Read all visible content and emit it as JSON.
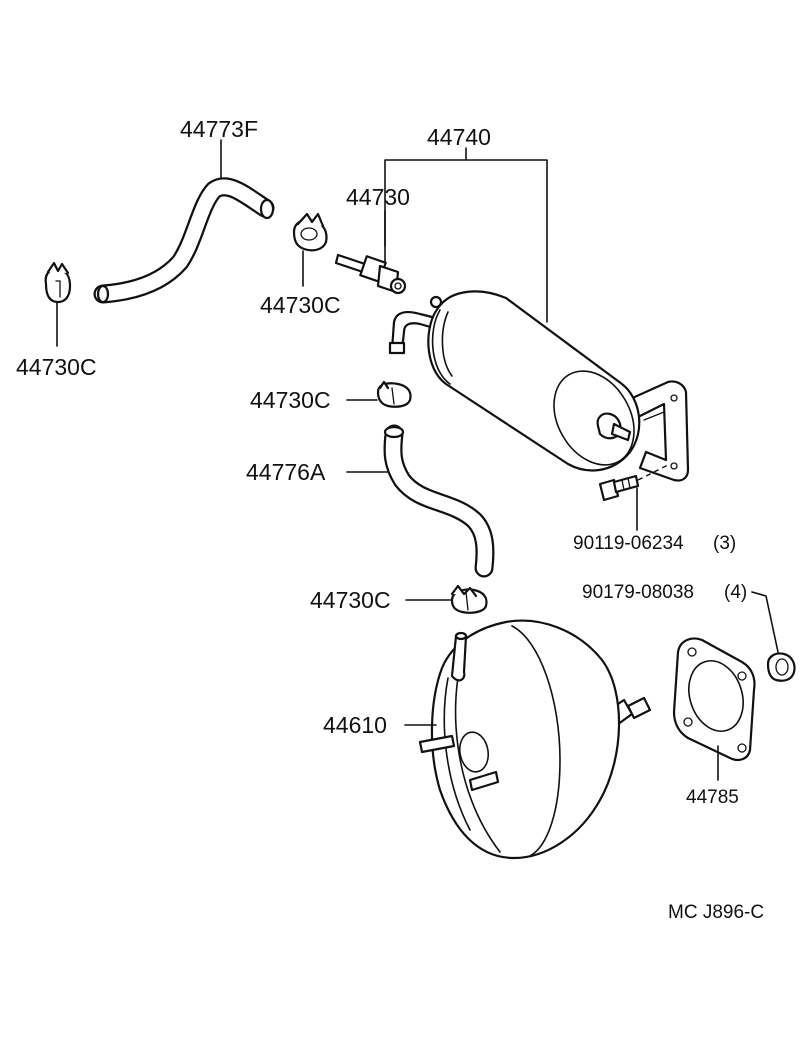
{
  "labels": {
    "hose_upper": "44773F",
    "tank": "44740",
    "check_valve": "44730",
    "clip_upper": "44730C",
    "clip_left": "44730C",
    "clip_middle": "44730C",
    "hose_middle": "44776A",
    "bolt": "90119-06234",
    "bolt_qty": "(3)",
    "nut": "90179-08038",
    "nut_qty": "(4)",
    "clip_lower": "44730C",
    "booster": "44610",
    "gasket": "44785",
    "drawing_code": "MC  J896-C"
  }
}
